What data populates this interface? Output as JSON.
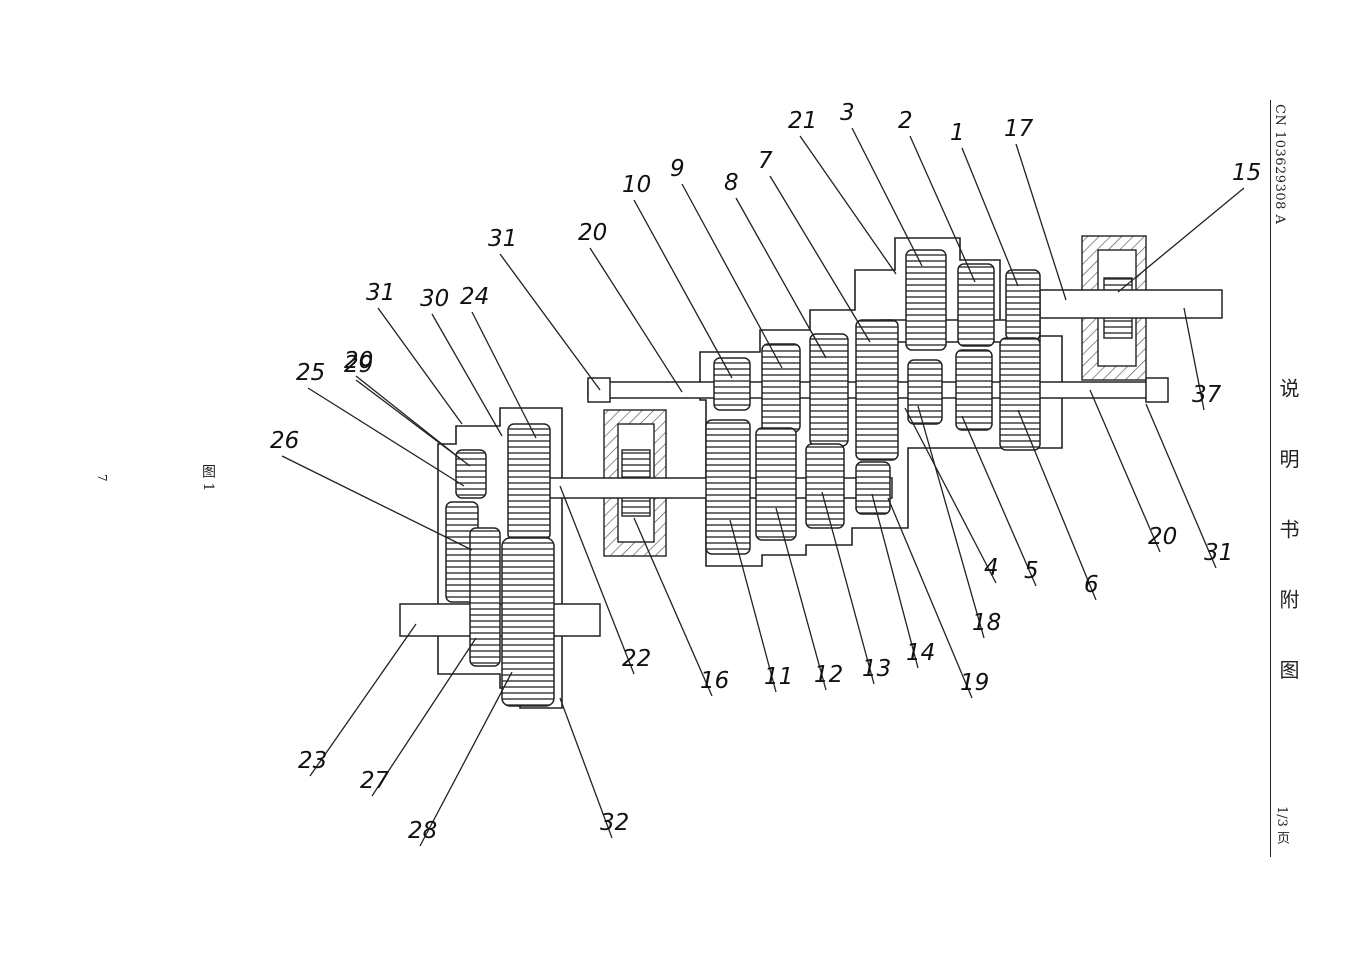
{
  "header": {
    "patent_number": "CN 103629308 A",
    "document_title": "说 明 书 附 图",
    "page_indicator": "1/3 页"
  },
  "figure": {
    "caption": "图 1",
    "page_number": "7"
  },
  "callouts": [
    {
      "label": "1"
    },
    {
      "label": "2"
    },
    {
      "label": "3"
    },
    {
      "label": "4"
    },
    {
      "label": "5"
    },
    {
      "label": "6"
    },
    {
      "label": "7"
    },
    {
      "label": "8"
    },
    {
      "label": "9"
    },
    {
      "label": "10"
    },
    {
      "label": "11"
    },
    {
      "label": "12"
    },
    {
      "label": "13"
    },
    {
      "label": "14"
    },
    {
      "label": "15"
    },
    {
      "label": "16"
    },
    {
      "label": "17"
    },
    {
      "label": "18"
    },
    {
      "label": "19"
    },
    {
      "label": "20"
    },
    {
      "label": "20"
    },
    {
      "label": "20"
    },
    {
      "label": "21"
    },
    {
      "label": "22"
    },
    {
      "label": "23"
    },
    {
      "label": "24"
    },
    {
      "label": "25"
    },
    {
      "label": "26"
    },
    {
      "label": "27"
    },
    {
      "label": "28"
    },
    {
      "label": "29"
    },
    {
      "label": "30"
    },
    {
      "label": "31"
    },
    {
      "label": "31"
    },
    {
      "label": "31"
    },
    {
      "label": "32"
    },
    {
      "label": "37"
    }
  ]
}
